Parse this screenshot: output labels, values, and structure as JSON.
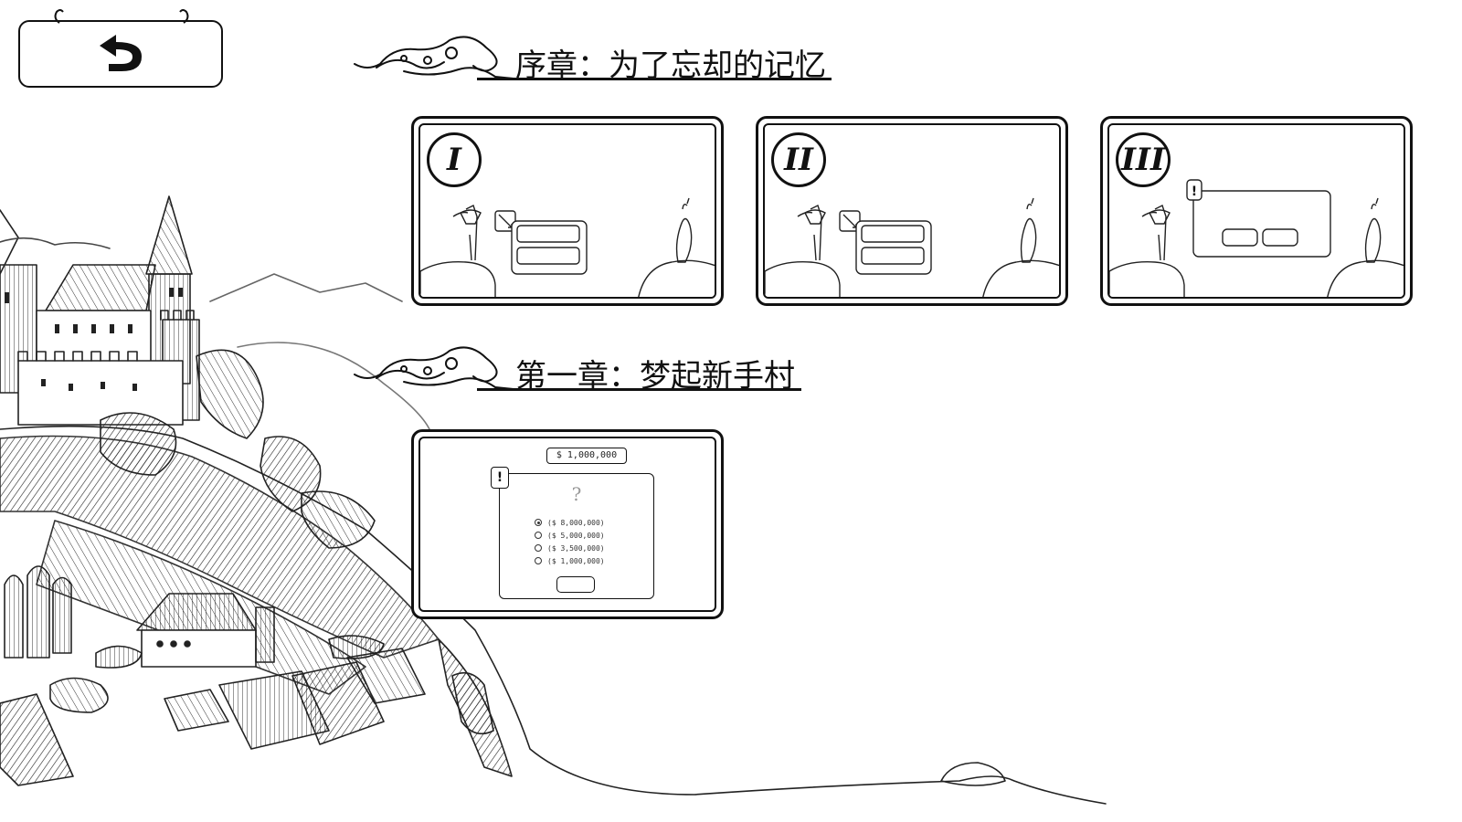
{
  "back_button": {
    "icon": "return-arrow-icon"
  },
  "chapters": [
    {
      "title": "序章：为了忘却的记忆",
      "levels": [
        {
          "numeral": "I",
          "scene": "dialog-two-buttons"
        },
        {
          "numeral": "II",
          "scene": "dialog-two-buttons"
        },
        {
          "numeral": "III",
          "scene": "alert-dialog"
        }
      ]
    },
    {
      "title": "第一章：梦起新手村",
      "levels": [
        {
          "scene": "quiz",
          "price_tag": "$ 1,000,000",
          "quiz": {
            "question": "?",
            "options": [
              "($ 8,000,000)",
              "($ 5,000,000)",
              "($ 3,500,000)",
              "($ 1,000,000)"
            ],
            "selected_index": 0
          }
        }
      ]
    }
  ]
}
